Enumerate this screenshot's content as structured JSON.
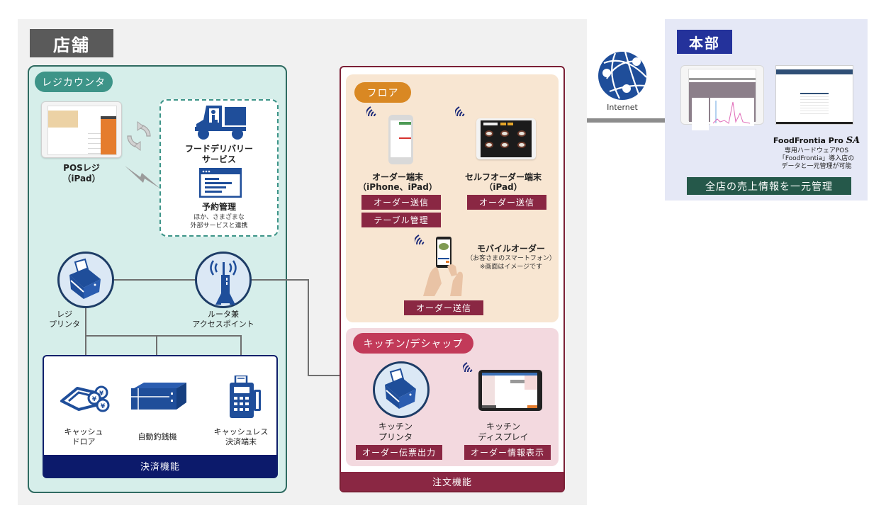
{
  "store": {
    "title": "店舗",
    "register_counter": {
      "label": "レジカウンタ",
      "pos_register": {
        "line1": "POSレジ",
        "line2": "（iPad）"
      },
      "external_services": {
        "delivery": {
          "line1": "フードデリバリー",
          "line2": "サービス"
        },
        "reservation": {
          "title": "予約管理",
          "line1": "ほか、さまざまな",
          "line2": "外部サービスと連携"
        }
      },
      "register_printer": {
        "line1": "レジ",
        "line2": "プリンタ"
      },
      "router": {
        "line1": "ルータ兼",
        "line2": "アクセスポイント"
      },
      "payment": {
        "footer": "決済機能",
        "items": [
          {
            "line1": "キャッシュ",
            "line2": "ドロア",
            "icon": "cash-drawer-icon"
          },
          {
            "line1": "自動釣銭機",
            "line2": "",
            "icon": "auto-change-machine-icon"
          },
          {
            "line1": "キャッシュレス",
            "line2": "決済端末",
            "icon": "payment-terminal-icon"
          }
        ]
      }
    },
    "order": {
      "footer": "注文機能",
      "floor": {
        "label": "フロア",
        "order_terminal": {
          "line1": "オーダー端末",
          "line2": "（iPhone、iPad）",
          "tags": [
            "オーダー送信",
            "テーブル管理"
          ]
        },
        "self_order_terminal": {
          "line1": "セルフオーダー端末",
          "line2": "（iPad）",
          "tags": [
            "オーダー送信"
          ]
        },
        "mobile_order": {
          "title": "モバイルオーダー",
          "line1": "（お客さまのスマートフォン）",
          "line2": "※画面はイメージです",
          "tags": [
            "オーダー送信"
          ]
        }
      },
      "kitchen": {
        "label": "キッチン/デシャップ",
        "printer": {
          "line1": "キッチン",
          "line2": "プリンタ",
          "tag": "オーダー伝票出力"
        },
        "display": {
          "line1": "キッチン",
          "line2": "ディスプレイ",
          "tag": "オーダー情報表示"
        }
      }
    }
  },
  "internet": {
    "label": "Internet"
  },
  "hq": {
    "title": "本部",
    "product": {
      "name": "FoodFrontia",
      "suffix": "Pro",
      "edition": "SA"
    },
    "description": {
      "line1": "専用ハードウェアPOS",
      "line2": "「FoodFrontia」導入店の",
      "line3": "データと一元管理が可能"
    },
    "banner": "全店の売上情報を一元管理"
  },
  "colors": {
    "register_teal": "#3d9488",
    "payment_navy": "#0c1a6b",
    "order_maroon": "#8a2743",
    "floor_orange": "#d98823",
    "kitchen_pink": "#c23a59",
    "hq_blue": "#24329b",
    "hq_green": "#25584a",
    "icon_blue": "#1f4e9a"
  }
}
